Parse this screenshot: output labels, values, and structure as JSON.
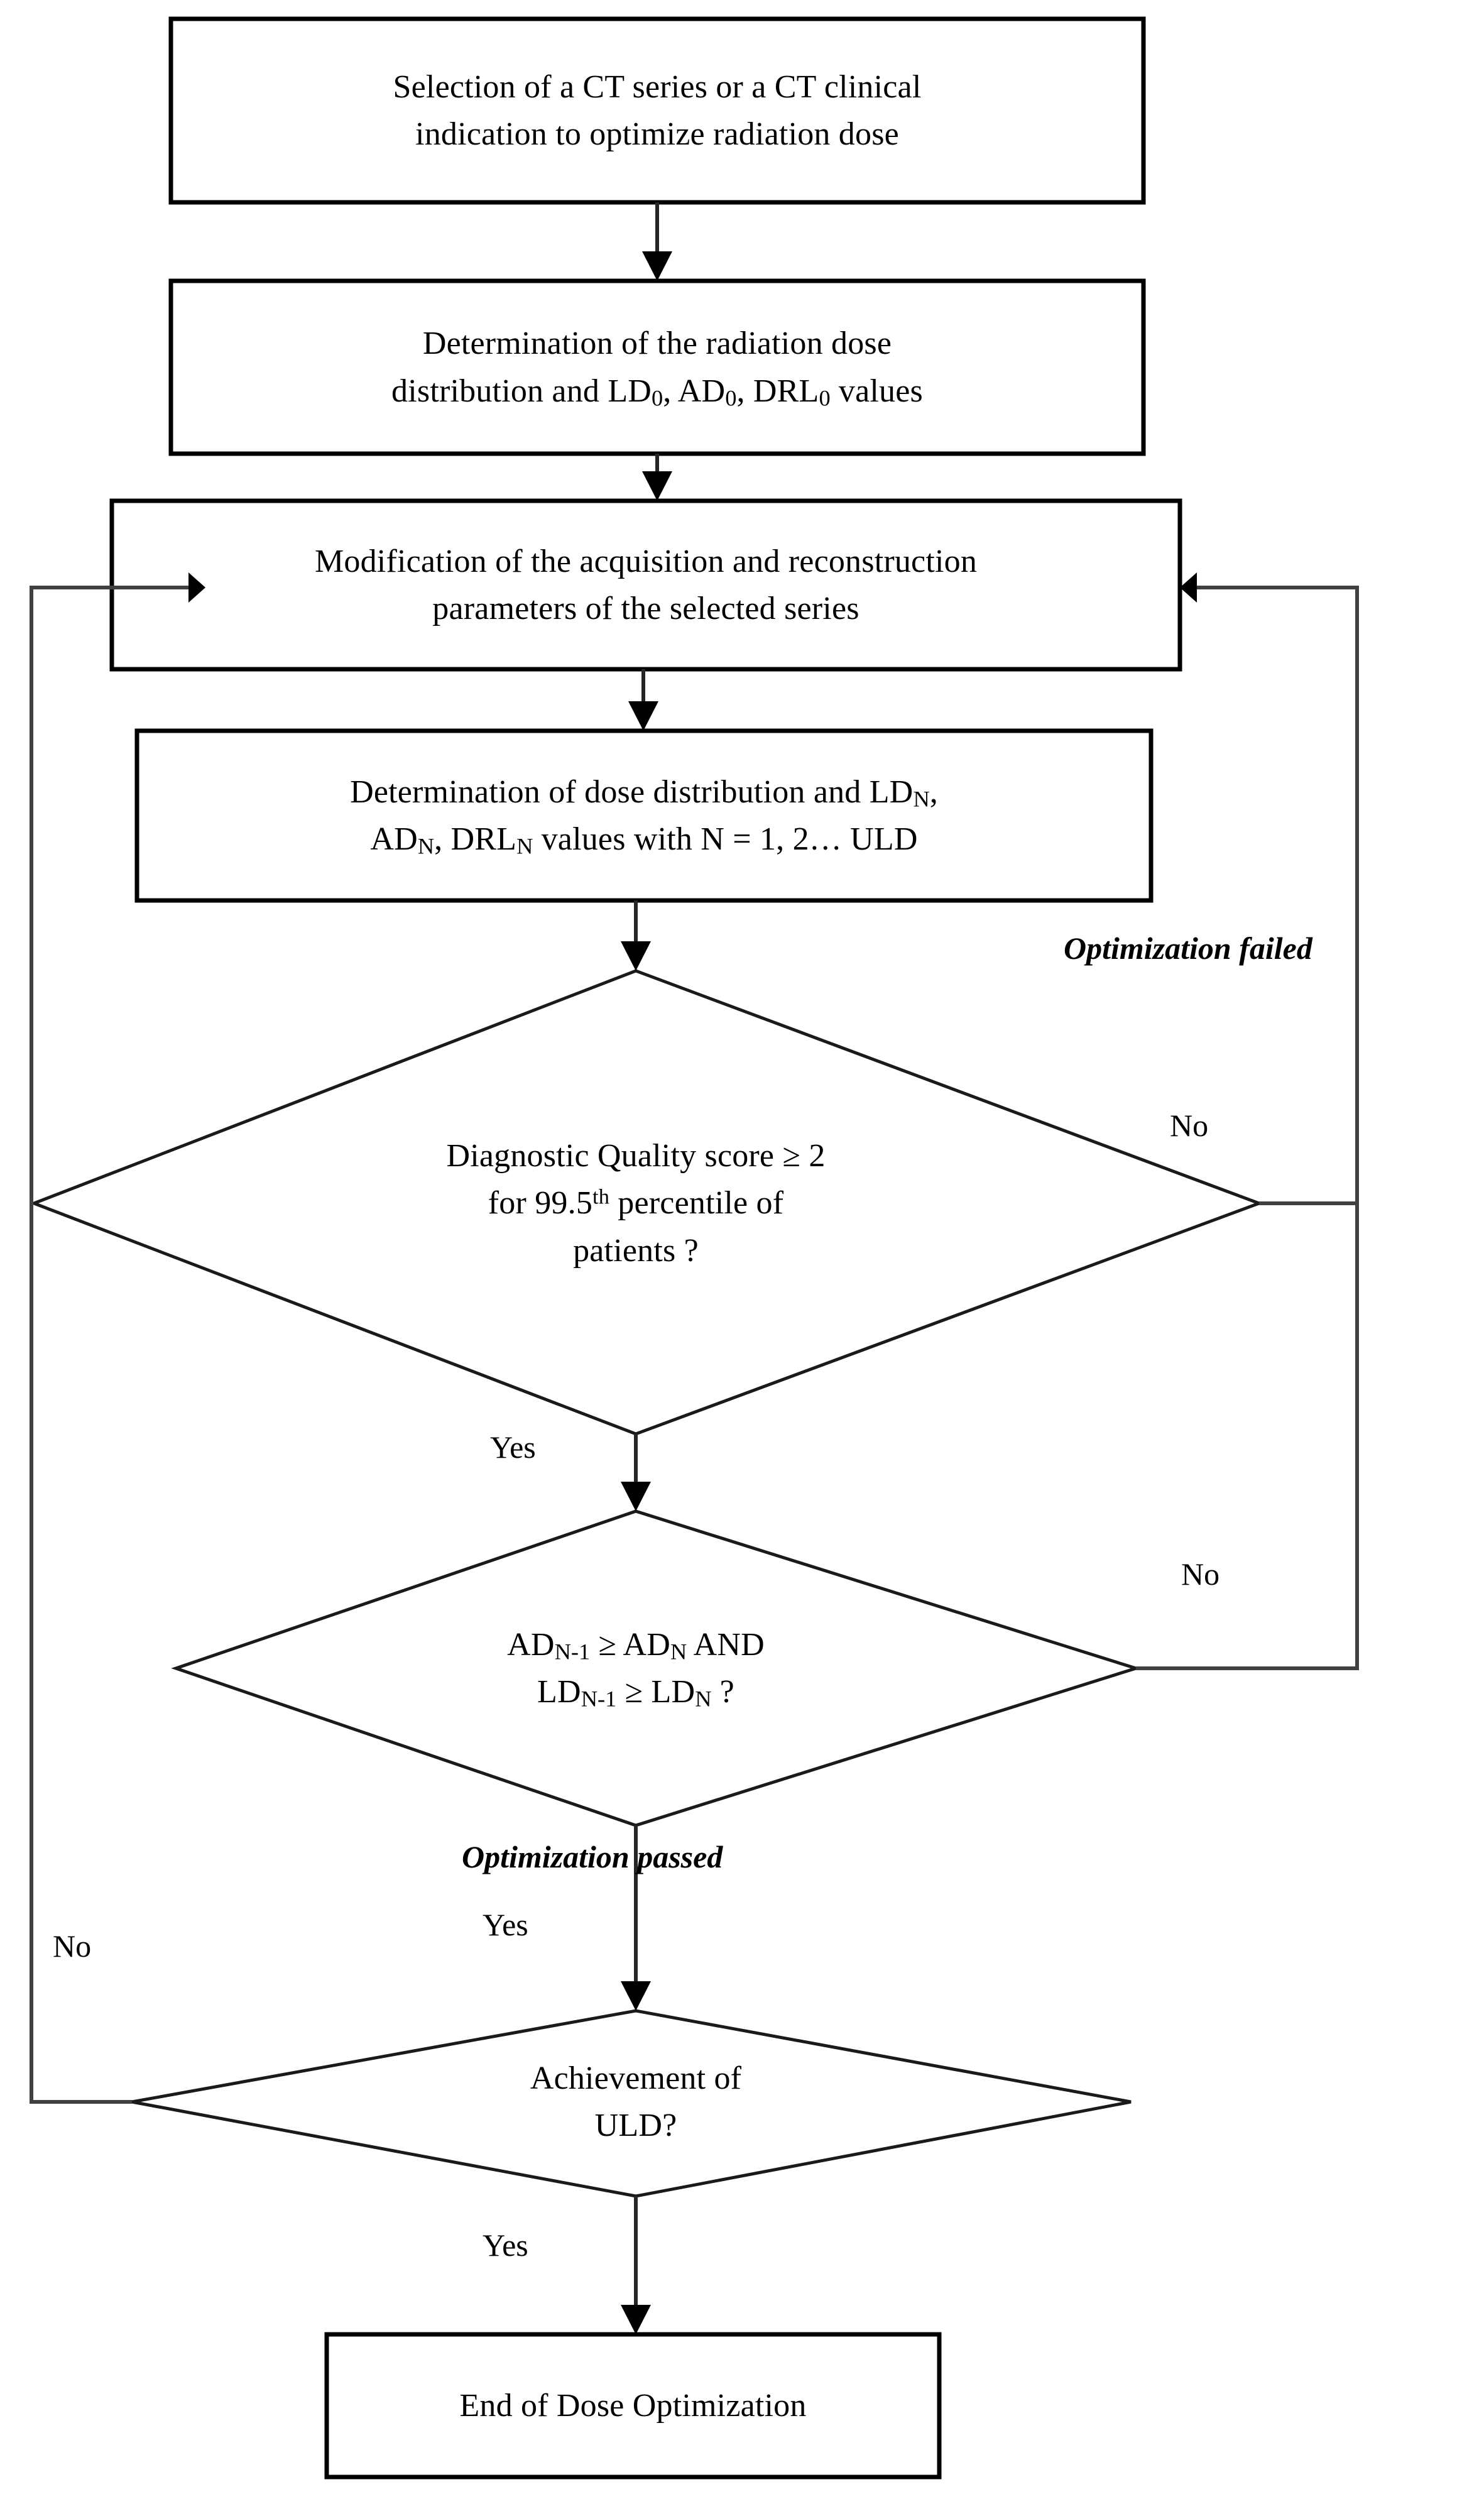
{
  "diagram": {
    "title": "CT radiation dose optimization flowchart",
    "background_color": "#ffffff",
    "line_color": "#000000",
    "text_color": "#000000"
  },
  "nodes": {
    "start": {
      "type": "process",
      "line1": "Selection of a CT series or a CT clinical",
      "line2": "indication to optimize radiation dose"
    },
    "baseline": {
      "type": "process",
      "line1": "Determination of the radiation dose",
      "line2_a": "distribution and LD",
      "line2_sub_a": "0",
      "line2_b": ", AD",
      "line2_sub_b": "0",
      "line2_c": ", DRL",
      "line2_sub_c": "0",
      "line2_d": " values"
    },
    "modify": {
      "type": "process",
      "line1": "Modification of the acquisition and reconstruction",
      "line2": "parameters of the selected series"
    },
    "determine_n": {
      "type": "process",
      "line1_a": "Determination of dose distribution and LD",
      "line1_sub": "N",
      "line1_b": ",",
      "line2_a": "AD",
      "line2_sub_a": "N",
      "line2_b": ", DRL",
      "line2_sub_b": "N",
      "line2_c": " values with N = 1, 2… ULD"
    },
    "quality_check": {
      "type": "decision",
      "line1": "Diagnostic Quality score ≥ 2",
      "line2_a": "for 99.5",
      "line2_sup": "th",
      "line2_b": " percentile of",
      "line3": "patients ?"
    },
    "dose_check": {
      "type": "decision",
      "line1_a": "AD",
      "line1_sub_a": "N-1",
      "line1_b": " ≥ AD",
      "line1_sub_b": "N",
      "line1_c": " AND",
      "line2_a": "LD",
      "line2_sub_a": "N-1",
      "line2_b": " ≥  LD",
      "line2_sub_b": "N",
      "line2_c": " ?"
    },
    "uld_check": {
      "type": "decision",
      "line1": "Achievement of",
      "line2": "ULD?"
    },
    "end": {
      "type": "terminator",
      "line1": "End of Dose Optimization"
    }
  },
  "edge_labels": {
    "quality_no": "No",
    "quality_yes": "Yes",
    "dose_no": "No",
    "dose_yes": "Yes",
    "uld_no": "No",
    "uld_yes": "Yes"
  },
  "annotations": {
    "optimization_failed": "Optimization failed",
    "optimization_passed": "Optimization passed"
  }
}
